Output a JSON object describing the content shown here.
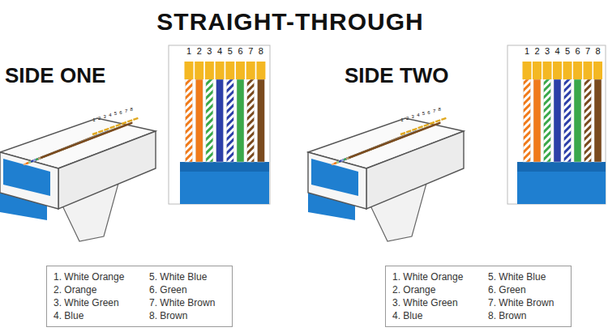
{
  "diagram": {
    "title": "STRAIGHT-THROUGH",
    "nodes": [
      {
        "text": [
          "1. White Orange",
          "2. Orange",
          "3. White Green",
          "4. Blue",
          "5. White Blue",
          "6. Green",
          "7. White Brown",
          "8. Brown"
        ]
      },
      {
        "text": [
          "1. White Orange",
          "2. Orange",
          "3. White Green",
          "4. Blue",
          "5. White Blue",
          "6. Green",
          "7. White Brown",
          "8. Brown"
        ]
      }
    ],
    "labels": [
      "SIDE ONE",
      "SIDE TWO",
      "1",
      "2",
      "3",
      "4",
      "5",
      "6",
      "7",
      "8",
      "1",
      "2",
      "3",
      "4",
      "5",
      "6",
      "7",
      "8",
      "1",
      "2",
      "3",
      "4",
      "5",
      "6",
      "7",
      "8",
      "1",
      "2",
      "3",
      "4",
      "5",
      "6",
      "7",
      "8"
    ]
  }
}
